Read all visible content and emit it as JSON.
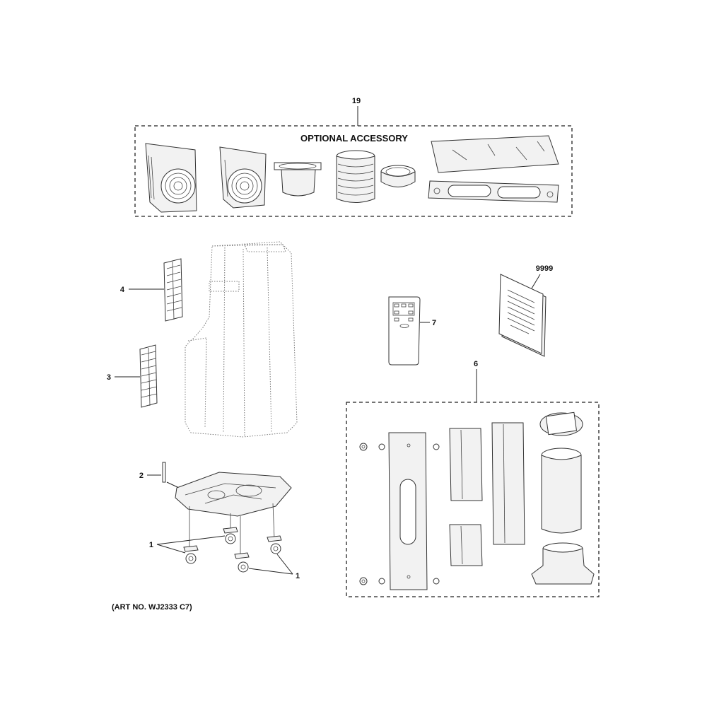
{
  "accessory_box": {
    "callout": "19",
    "title": "OPTIONAL ACCESSORY"
  },
  "callouts": {
    "filter_upper": "4",
    "filter_lower": "3",
    "drain": "2",
    "caster_left": "1",
    "caster_right": "1",
    "remote": "7",
    "manual": "9999",
    "window_kit": "6"
  },
  "footer": {
    "art_number": "(ART NO. WJ2333 C7)"
  },
  "icons": [
    "fan-panel-icon",
    "exhaust-hose-icon",
    "window-adapter-icon",
    "remote-control-icon",
    "owners-manual-icon",
    "caster-wheel-icon"
  ]
}
